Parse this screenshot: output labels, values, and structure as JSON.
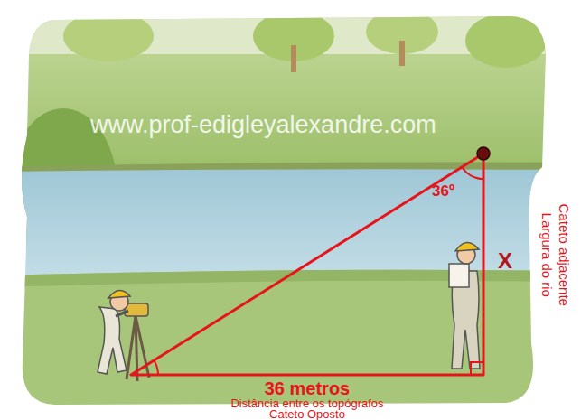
{
  "diagram": {
    "labels": [
      "www.prof-edigleyalexandre.com",
      "36º",
      "X",
      "36 metros",
      "Distância entre os topógrafos",
      "Cateto Oposto",
      "Cateto adjacente",
      "Largura do rio"
    ]
  }
}
